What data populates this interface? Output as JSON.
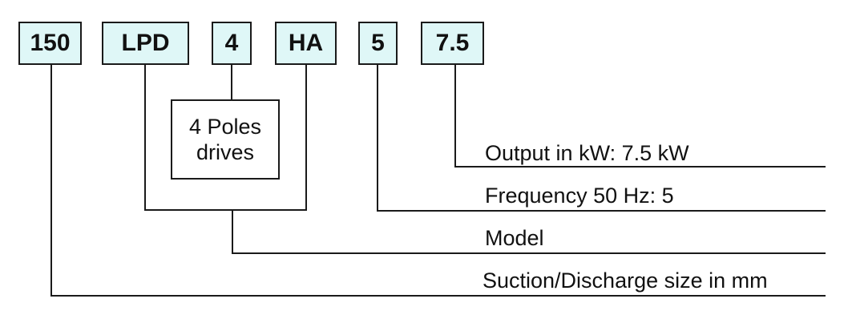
{
  "codes": [
    "150",
    "LPD",
    "4",
    "HA",
    "5",
    "7.5"
  ],
  "note": {
    "line1": "4 Poles",
    "line2": "drives"
  },
  "labels": {
    "output": "Output in kW: 7.5 kW",
    "frequency": "Frequency 50 Hz: 5",
    "model": "Model",
    "suction": "Suction/Discharge size in mm"
  },
  "colors": {
    "box_fill": "#dff7f7",
    "line": "#1a1a1a"
  }
}
